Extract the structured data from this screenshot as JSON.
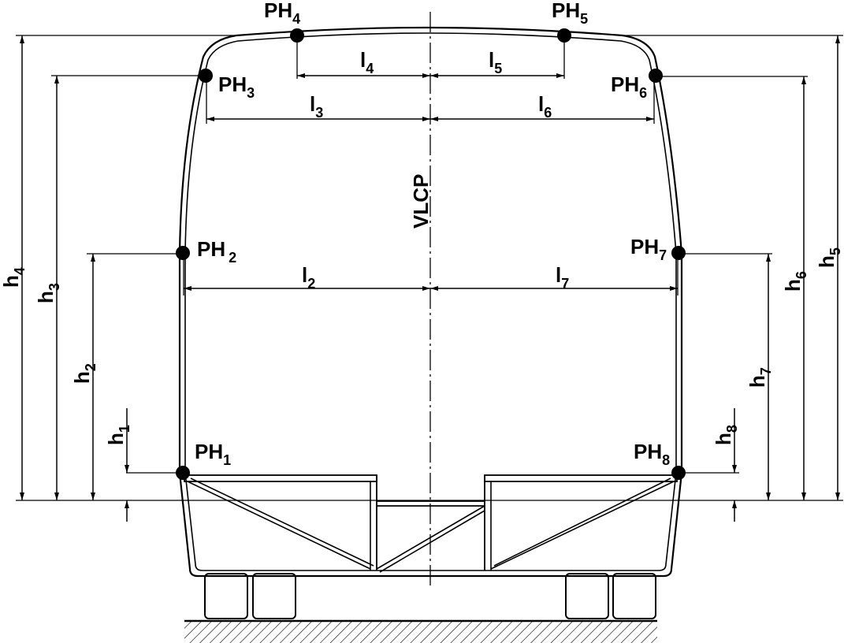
{
  "centerline_label": "VLCP",
  "points": [
    {
      "id": "PH1",
      "base": "PH",
      "sub": "1"
    },
    {
      "id": "PH2",
      "base": "PH",
      "sub": "2"
    },
    {
      "id": "PH3",
      "base": "PH",
      "sub": "3"
    },
    {
      "id": "PH4",
      "base": "PH",
      "sub": "4"
    },
    {
      "id": "PH5",
      "base": "PH",
      "sub": "5"
    },
    {
      "id": "PH6",
      "base": "PH",
      "sub": "6"
    },
    {
      "id": "PH7",
      "base": "PH",
      "sub": "7"
    },
    {
      "id": "PH8",
      "base": "PH",
      "sub": "8"
    }
  ],
  "widths": [
    {
      "id": "l2",
      "base": "l",
      "sub": "2"
    },
    {
      "id": "l3",
      "base": "l",
      "sub": "3"
    },
    {
      "id": "l4",
      "base": "l",
      "sub": "4"
    },
    {
      "id": "l5",
      "base": "l",
      "sub": "5"
    },
    {
      "id": "l6",
      "base": "l",
      "sub": "6"
    },
    {
      "id": "l7",
      "base": "l",
      "sub": "7"
    }
  ],
  "heights": [
    {
      "id": "h1",
      "base": "h",
      "sub": "1"
    },
    {
      "id": "h2",
      "base": "h",
      "sub": "2"
    },
    {
      "id": "h3",
      "base": "h",
      "sub": "3"
    },
    {
      "id": "h4",
      "base": "h",
      "sub": "4"
    },
    {
      "id": "h5",
      "base": "h",
      "sub": "5"
    },
    {
      "id": "h6",
      "base": "h",
      "sub": "6"
    },
    {
      "id": "h7",
      "base": "h",
      "sub": "7"
    },
    {
      "id": "h8",
      "base": "h",
      "sub": "8"
    }
  ]
}
